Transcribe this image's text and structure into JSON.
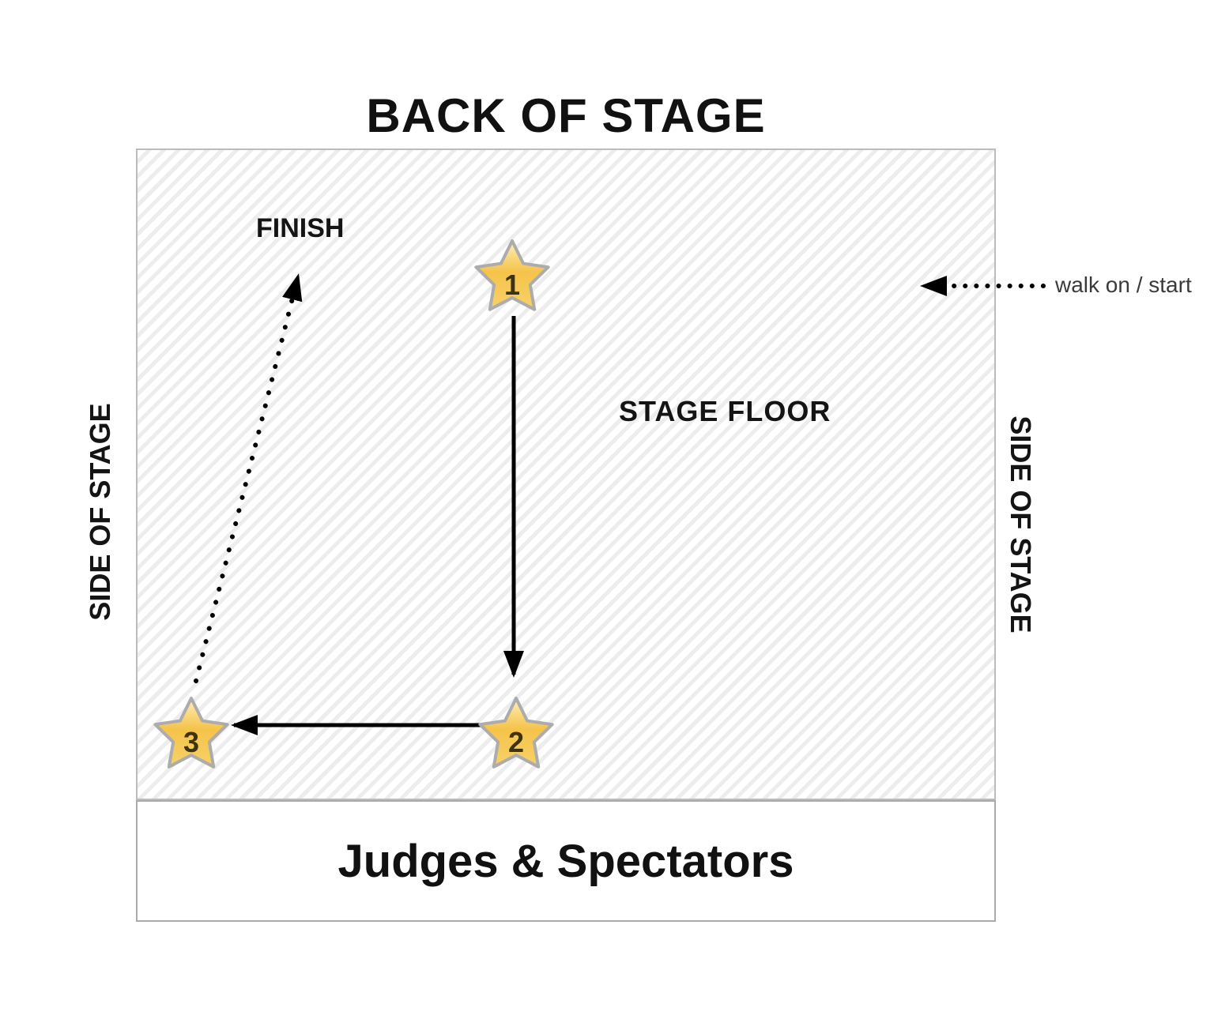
{
  "title": "BACK OF STAGE",
  "stage": {
    "floor_label": "STAGE FLOOR",
    "side_label_left": "SIDE OF STAGE",
    "side_label_right": "SIDE OF STAGE"
  },
  "annotations": {
    "finish_label": "FINISH",
    "walk_on_label": "walk on / start"
  },
  "judges_label": "Judges & Spectators",
  "stars": [
    {
      "number": "1"
    },
    {
      "number": "2"
    },
    {
      "number": "3"
    }
  ],
  "route": {
    "order": [
      "walk on / start",
      "1",
      "2",
      "3",
      "FINISH"
    ],
    "solid_arrows": [
      "1 to 2",
      "2 to 3"
    ],
    "dotted_arrows": [
      "walk on toward stage",
      "3 to FINISH"
    ]
  },
  "colors": {
    "star_fill_top": "#FDEFB4",
    "star_fill_mid": "#F5C34A",
    "star_fill_bottom": "#F7D169",
    "star_stroke": "#ACACAC",
    "arrow": "#000000",
    "hatch_line": "#EDEDED",
    "stage_border": "#BCBCBC"
  }
}
